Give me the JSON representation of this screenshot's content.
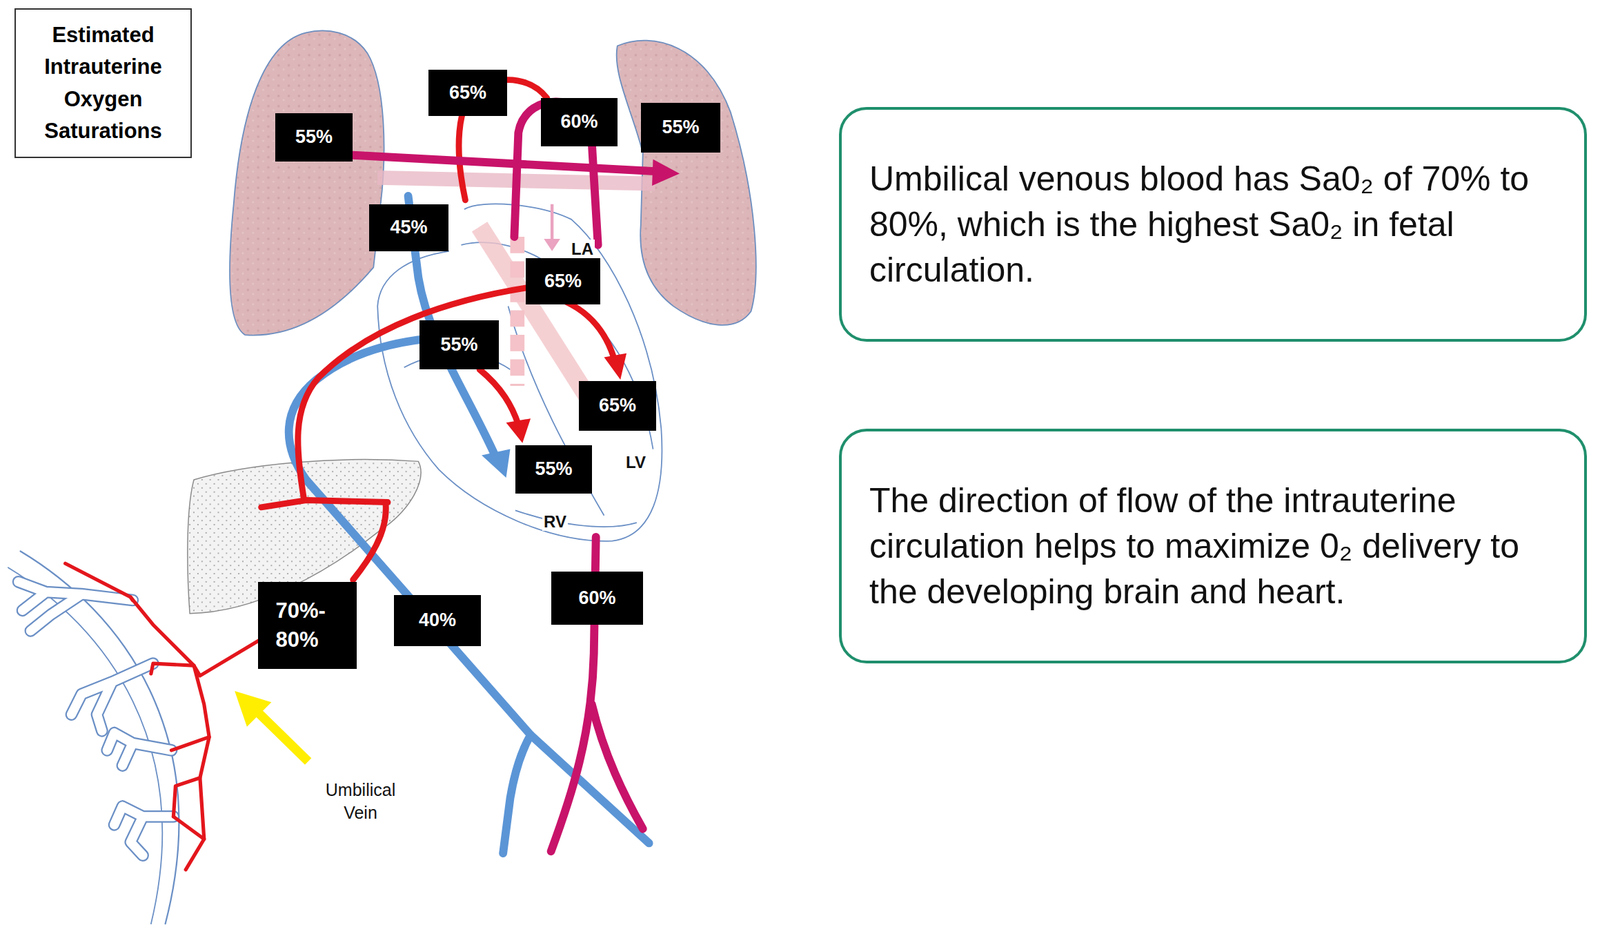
{
  "diagram": {
    "title": "Estimated Intrauterine Oxygen Saturations",
    "nodes": [
      {
        "text": [
          "65%"
        ]
      },
      {
        "text": [
          "60%"
        ]
      },
      {
        "text": [
          "55%"
        ]
      },
      {
        "text": [
          "55%"
        ]
      },
      {
        "text": [
          "45%"
        ]
      },
      {
        "text": [
          "65%"
        ]
      },
      {
        "text": [
          "55%"
        ]
      },
      {
        "text": [
          "65%"
        ]
      },
      {
        "text": [
          "55%"
        ]
      },
      {
        "text": [
          "60%"
        ]
      },
      {
        "text": [
          "70%- 80%"
        ]
      },
      {
        "text": [
          "40%"
        ]
      },
      {
        "text": [
          "Umbilical venous blood has Sa0₂ of 70% to 80%, which is the highest Sa0₂ in fetal circulation."
        ]
      },
      {
        "text": [
          "The direction of flow of the intrauterine circulation helps to maximize 0₂ delivery to the developing brain and heart."
        ]
      }
    ],
    "labels": [
      "LA",
      "LV",
      "RV",
      "Umbilical Vein"
    ]
  }
}
